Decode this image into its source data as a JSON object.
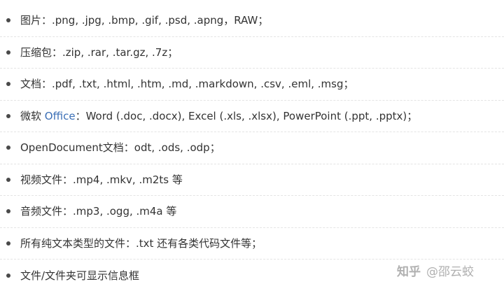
{
  "items": [
    {
      "text": "图片：.png, .jpg, .bmp, .gif, .psd, .apng，RAW；"
    },
    {
      "text": "压缩包：.zip, .rar, .tar.gz, .7z；"
    },
    {
      "text": "文档：.pdf, .txt, .html, .htm, .md, .markdown, .csv, .eml, .msg；"
    },
    {
      "prefix": "微软 ",
      "link": "Office",
      "suffix": "：Word (.doc, .docx), Excel (.xls, .xlsx), PowerPoint (.ppt, .pptx)；"
    },
    {
      "text": "OpenDocument文档：odt, .ods, .odp；"
    },
    {
      "text": "视频文件：.mp4, .mkv, .m2ts 等"
    },
    {
      "text": "音频文件：.mp3, .ogg, .m4a 等"
    },
    {
      "text": "所有纯文本类型的文件：.txt 还有各类代码文件等；"
    },
    {
      "text": "文件/文件夹可显示信息框"
    }
  ],
  "watermark": {
    "logo": "知乎",
    "author": "@邵云蛟"
  },
  "colors": {
    "link": "#3b6fb6",
    "text": "#333333",
    "bullet": "#4a4a4a",
    "divider": "#e4e4e4"
  }
}
